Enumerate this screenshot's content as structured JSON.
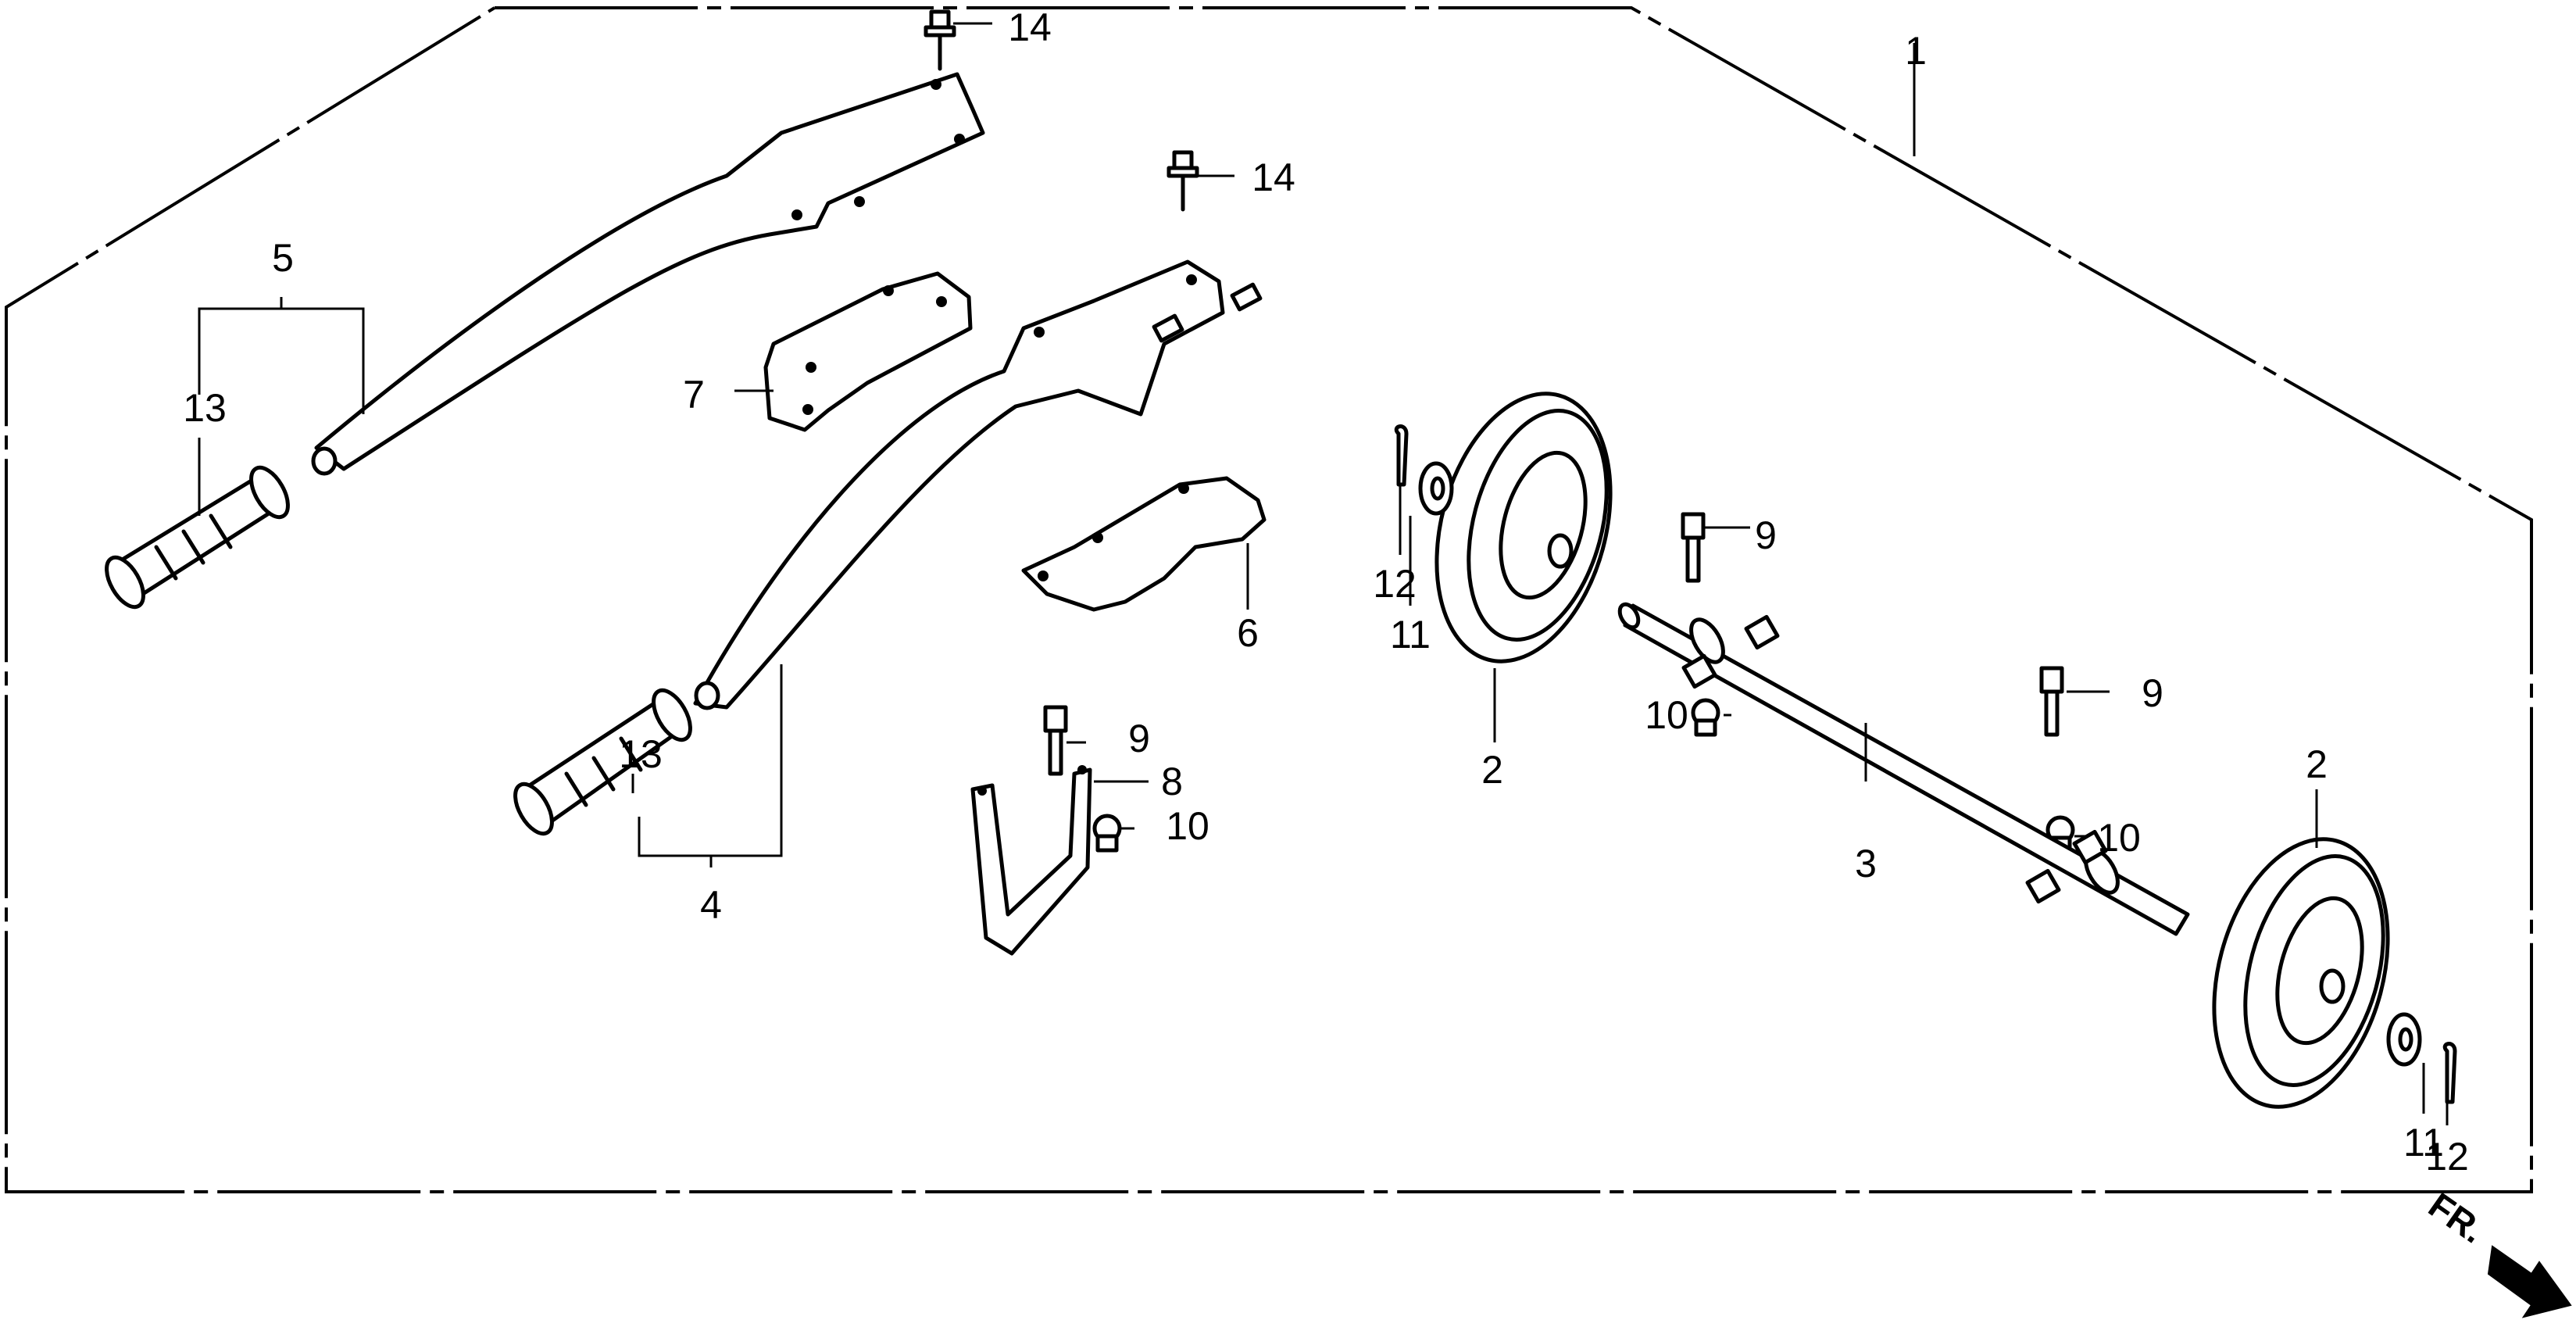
{
  "diagram": {
    "type": "exploded-parts-diagram",
    "direction_marker": {
      "label": "FR.",
      "icon": "arrow-down-right-icon"
    },
    "callouts": [
      {
        "ref": "1",
        "part": "assembly-outline"
      },
      {
        "ref": "2",
        "part": "wheel-left"
      },
      {
        "ref": "2",
        "part": "wheel-right"
      },
      {
        "ref": "3",
        "part": "axle"
      },
      {
        "ref": "4",
        "part": "handle-lower-with-grip"
      },
      {
        "ref": "5",
        "part": "handle-upper-with-grip"
      },
      {
        "ref": "6",
        "part": "lower-bracket"
      },
      {
        "ref": "7",
        "part": "upper-bracket"
      },
      {
        "ref": "8",
        "part": "u-stay"
      },
      {
        "ref": "9",
        "part": "bolt-center"
      },
      {
        "ref": "9",
        "part": "bolt-axle-left"
      },
      {
        "ref": "9",
        "part": "bolt-axle-right"
      },
      {
        "ref": "10",
        "part": "nut-center"
      },
      {
        "ref": "10",
        "part": "nut-axle-left"
      },
      {
        "ref": "10",
        "part": "nut-axle-right"
      },
      {
        "ref": "11",
        "part": "washer-left"
      },
      {
        "ref": "11",
        "part": "washer-right"
      },
      {
        "ref": "12",
        "part": "cotter-pin-left"
      },
      {
        "ref": "12",
        "part": "cotter-pin-right"
      },
      {
        "ref": "13",
        "part": "grip-upper"
      },
      {
        "ref": "13",
        "part": "grip-lower"
      },
      {
        "ref": "14",
        "part": "flange-bolt-top"
      },
      {
        "ref": "14",
        "part": "flange-bolt-middle"
      }
    ]
  }
}
